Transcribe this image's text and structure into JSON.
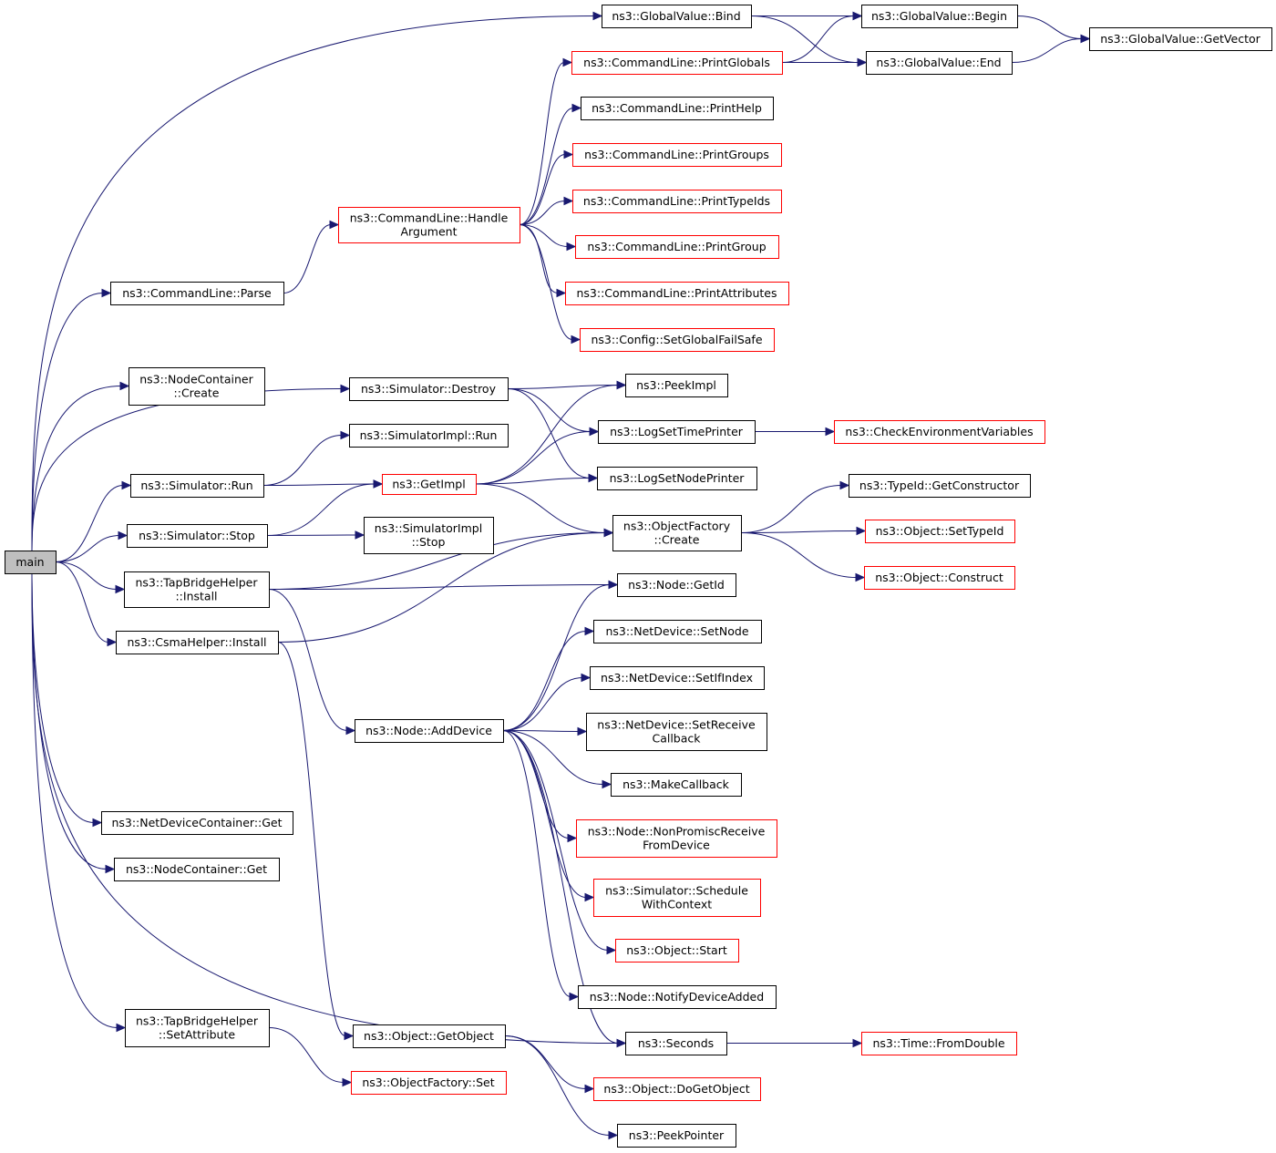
{
  "nodes": [
    {
      "id": "main",
      "lines": [
        "main"
      ],
      "style": "gray"
    },
    {
      "id": "gv_bind",
      "lines": [
        "ns3::GlobalValue::Bind"
      ],
      "style": "black"
    },
    {
      "id": "gv_begin",
      "lines": [
        "ns3::GlobalValue::Begin"
      ],
      "style": "black"
    },
    {
      "id": "gv_getvector",
      "lines": [
        "ns3::GlobalValue::GetVector"
      ],
      "style": "black"
    },
    {
      "id": "cl_printglobals",
      "lines": [
        "ns3::CommandLine::PrintGlobals"
      ],
      "style": "red"
    },
    {
      "id": "gv_end",
      "lines": [
        "ns3::GlobalValue::End"
      ],
      "style": "black"
    },
    {
      "id": "cl_printhelp",
      "lines": [
        "ns3::CommandLine::PrintHelp"
      ],
      "style": "black"
    },
    {
      "id": "cl_printgroups",
      "lines": [
        "ns3::CommandLine::PrintGroups"
      ],
      "style": "red"
    },
    {
      "id": "cl_printtypeids",
      "lines": [
        "ns3::CommandLine::PrintTypeIds"
      ],
      "style": "red"
    },
    {
      "id": "cl_handlearg",
      "lines": [
        "ns3::CommandLine::Handle",
        "Argument"
      ],
      "style": "red"
    },
    {
      "id": "cl_printgroup",
      "lines": [
        "ns3::CommandLine::PrintGroup"
      ],
      "style": "red"
    },
    {
      "id": "cl_parse",
      "lines": [
        "ns3::CommandLine::Parse"
      ],
      "style": "black"
    },
    {
      "id": "cl_printattributes",
      "lines": [
        "ns3::CommandLine::PrintAttributes"
      ],
      "style": "red"
    },
    {
      "id": "cfg_setglobalfailsafe",
      "lines": [
        "ns3::Config::SetGlobalFailSafe"
      ],
      "style": "red"
    },
    {
      "id": "nc_create",
      "lines": [
        "ns3::NodeContainer",
        "::Create"
      ],
      "style": "black"
    },
    {
      "id": "sim_destroy",
      "lines": [
        "ns3::Simulator::Destroy"
      ],
      "style": "black"
    },
    {
      "id": "peekimpl",
      "lines": [
        "ns3::PeekImpl"
      ],
      "style": "black"
    },
    {
      "id": "logsettimeprinter",
      "lines": [
        "ns3::LogSetTimePrinter"
      ],
      "style": "black"
    },
    {
      "id": "checkenv",
      "lines": [
        "ns3::CheckEnvironmentVariables"
      ],
      "style": "red"
    },
    {
      "id": "simimpl_run",
      "lines": [
        "ns3::SimulatorImpl::Run"
      ],
      "style": "black"
    },
    {
      "id": "sim_run",
      "lines": [
        "ns3::Simulator::Run"
      ],
      "style": "black"
    },
    {
      "id": "getimpl",
      "lines": [
        "ns3::GetImpl"
      ],
      "style": "red"
    },
    {
      "id": "logsetnodeprinter",
      "lines": [
        "ns3::LogSetNodePrinter"
      ],
      "style": "black"
    },
    {
      "id": "typeid_getconstructor",
      "lines": [
        "ns3::TypeId::GetConstructor"
      ],
      "style": "black"
    },
    {
      "id": "sim_stop",
      "lines": [
        "ns3::Simulator::Stop"
      ],
      "style": "black"
    },
    {
      "id": "simimpl_stop",
      "lines": [
        "ns3::SimulatorImpl",
        "::Stop"
      ],
      "style": "black"
    },
    {
      "id": "of_create",
      "lines": [
        "ns3::ObjectFactory",
        "::Create"
      ],
      "style": "black"
    },
    {
      "id": "obj_settypeid",
      "lines": [
        "ns3::Object::SetTypeId"
      ],
      "style": "red"
    },
    {
      "id": "tbh_install",
      "lines": [
        "ns3::TapBridgeHelper",
        "::Install"
      ],
      "style": "black"
    },
    {
      "id": "obj_construct",
      "lines": [
        "ns3::Object::Construct"
      ],
      "style": "red"
    },
    {
      "id": "node_getid",
      "lines": [
        "ns3::Node::GetId"
      ],
      "style": "black"
    },
    {
      "id": "csma_install",
      "lines": [
        "ns3::CsmaHelper::Install"
      ],
      "style": "black"
    },
    {
      "id": "nd_setnode",
      "lines": [
        "ns3::NetDevice::SetNode"
      ],
      "style": "black"
    },
    {
      "id": "nd_setifindex",
      "lines": [
        "ns3::NetDevice::SetIfIndex"
      ],
      "style": "black"
    },
    {
      "id": "node_adddevice",
      "lines": [
        "ns3::Node::AddDevice"
      ],
      "style": "black"
    },
    {
      "id": "nd_setreceivecallback",
      "lines": [
        "ns3::NetDevice::SetReceive",
        "Callback"
      ],
      "style": "black"
    },
    {
      "id": "makecallback",
      "lines": [
        "ns3::MakeCallback"
      ],
      "style": "black"
    },
    {
      "id": "ndc_get",
      "lines": [
        "ns3::NetDeviceContainer::Get"
      ],
      "style": "black"
    },
    {
      "id": "node_nonpromisc",
      "lines": [
        "ns3::Node::NonPromiscReceive",
        "FromDevice"
      ],
      "style": "red"
    },
    {
      "id": "nc_get",
      "lines": [
        "ns3::NodeContainer::Get"
      ],
      "style": "black"
    },
    {
      "id": "sim_schedulewithcontext",
      "lines": [
        "ns3::Simulator::Schedule",
        "WithContext"
      ],
      "style": "red"
    },
    {
      "id": "obj_start",
      "lines": [
        "ns3::Object::Start"
      ],
      "style": "red"
    },
    {
      "id": "node_notifydeviceadded",
      "lines": [
        "ns3::Node::NotifyDeviceAdded"
      ],
      "style": "black"
    },
    {
      "id": "tbh_setattribute",
      "lines": [
        "ns3::TapBridgeHelper",
        "::SetAttribute"
      ],
      "style": "black"
    },
    {
      "id": "obj_getobject",
      "lines": [
        "ns3::Object::GetObject"
      ],
      "style": "black"
    },
    {
      "id": "seconds",
      "lines": [
        "ns3::Seconds"
      ],
      "style": "black"
    },
    {
      "id": "time_fromdouble",
      "lines": [
        "ns3::Time::FromDouble"
      ],
      "style": "red"
    },
    {
      "id": "of_set",
      "lines": [
        "ns3::ObjectFactory::Set"
      ],
      "style": "red"
    },
    {
      "id": "obj_dogetobject",
      "lines": [
        "ns3::Object::DoGetObject"
      ],
      "style": "red"
    },
    {
      "id": "peekpointer",
      "lines": [
        "ns3::PeekPointer"
      ],
      "style": "black"
    }
  ],
  "edges": [
    [
      "main",
      "gv_bind"
    ],
    [
      "main",
      "cl_parse"
    ],
    [
      "main",
      "nc_create"
    ],
    [
      "main",
      "sim_destroy"
    ],
    [
      "main",
      "sim_run"
    ],
    [
      "main",
      "sim_stop"
    ],
    [
      "main",
      "tbh_install"
    ],
    [
      "main",
      "csma_install"
    ],
    [
      "main",
      "ndc_get"
    ],
    [
      "main",
      "nc_get"
    ],
    [
      "main",
      "tbh_setattribute"
    ],
    [
      "main",
      "seconds"
    ],
    [
      "gv_bind",
      "gv_begin"
    ],
    [
      "gv_bind",
      "gv_end"
    ],
    [
      "gv_begin",
      "gv_getvector"
    ],
    [
      "gv_end",
      "gv_getvector"
    ],
    [
      "cl_printglobals",
      "gv_begin"
    ],
    [
      "cl_printglobals",
      "gv_end"
    ],
    [
      "cl_parse",
      "cl_handlearg"
    ],
    [
      "cl_handlearg",
      "cl_printglobals"
    ],
    [
      "cl_handlearg",
      "cl_printhelp"
    ],
    [
      "cl_handlearg",
      "cl_printgroups"
    ],
    [
      "cl_handlearg",
      "cl_printtypeids"
    ],
    [
      "cl_handlearg",
      "cl_printgroup"
    ],
    [
      "cl_handlearg",
      "cl_printattributes"
    ],
    [
      "cl_handlearg",
      "cfg_setglobalfailsafe"
    ],
    [
      "sim_destroy",
      "peekimpl"
    ],
    [
      "sim_destroy",
      "logsettimeprinter"
    ],
    [
      "sim_destroy",
      "logsetnodeprinter"
    ],
    [
      "logsettimeprinter",
      "checkenv"
    ],
    [
      "sim_run",
      "simimpl_run"
    ],
    [
      "sim_run",
      "getimpl"
    ],
    [
      "getimpl",
      "peekimpl"
    ],
    [
      "getimpl",
      "logsettimeprinter"
    ],
    [
      "getimpl",
      "logsetnodeprinter"
    ],
    [
      "getimpl",
      "of_create"
    ],
    [
      "sim_stop",
      "getimpl"
    ],
    [
      "sim_stop",
      "simimpl_stop"
    ],
    [
      "of_create",
      "typeid_getconstructor"
    ],
    [
      "of_create",
      "obj_settypeid"
    ],
    [
      "of_create",
      "obj_construct"
    ],
    [
      "tbh_install",
      "of_create"
    ],
    [
      "tbh_install",
      "node_getid"
    ],
    [
      "tbh_install",
      "node_adddevice"
    ],
    [
      "csma_install",
      "of_create"
    ],
    [
      "csma_install",
      "obj_getobject"
    ],
    [
      "node_adddevice",
      "node_getid"
    ],
    [
      "node_adddevice",
      "nd_setnode"
    ],
    [
      "node_adddevice",
      "nd_setifindex"
    ],
    [
      "node_adddevice",
      "nd_setreceivecallback"
    ],
    [
      "node_adddevice",
      "makecallback"
    ],
    [
      "node_adddevice",
      "node_nonpromisc"
    ],
    [
      "node_adddevice",
      "sim_schedulewithcontext"
    ],
    [
      "node_adddevice",
      "obj_start"
    ],
    [
      "node_adddevice",
      "node_notifydeviceadded"
    ],
    [
      "node_adddevice",
      "seconds"
    ],
    [
      "seconds",
      "time_fromdouble"
    ],
    [
      "tbh_setattribute",
      "of_set"
    ],
    [
      "obj_getobject",
      "obj_dogetobject"
    ],
    [
      "obj_getobject",
      "peekpointer"
    ]
  ]
}
